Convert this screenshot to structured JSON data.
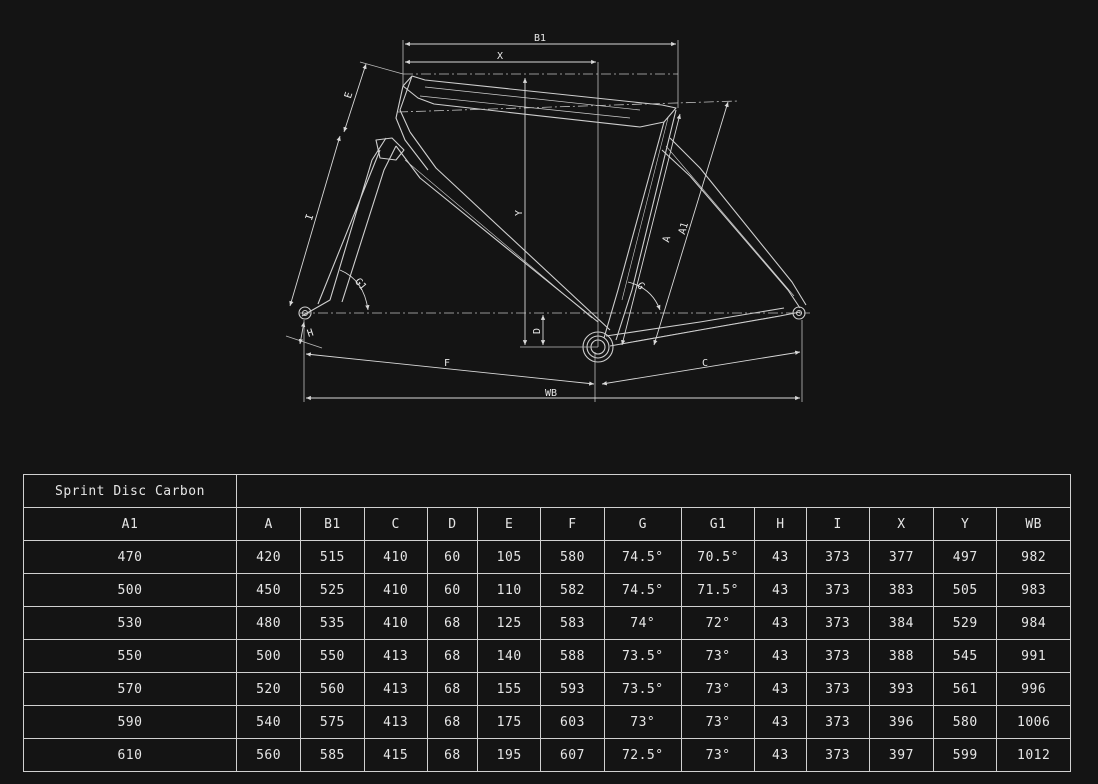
{
  "diagram": {
    "labels": {
      "b1": "B1",
      "x": "X",
      "e": "E",
      "i": "I",
      "y": "Y",
      "a": "A",
      "a1": "A1",
      "g": "G",
      "g1": "G1",
      "d": "D",
      "h": "H",
      "f": "F",
      "c": "C",
      "wb": "WB"
    }
  },
  "table": {
    "model_name": "Sprint Disc Carbon",
    "headers": [
      "A1",
      "A",
      "B1",
      "C",
      "D",
      "E",
      "F",
      "G",
      "G1",
      "H",
      "I",
      "X",
      "Y",
      "WB"
    ],
    "rows": [
      [
        "470",
        "420",
        "515",
        "410",
        "60",
        "105",
        "580",
        "74.5°",
        "70.5°",
        "43",
        "373",
        "377",
        "497",
        "982"
      ],
      [
        "500",
        "450",
        "525",
        "410",
        "60",
        "110",
        "582",
        "74.5°",
        "71.5°",
        "43",
        "373",
        "383",
        "505",
        "983"
      ],
      [
        "530",
        "480",
        "535",
        "410",
        "68",
        "125",
        "583",
        "74°",
        "72°",
        "43",
        "373",
        "384",
        "529",
        "984"
      ],
      [
        "550",
        "500",
        "550",
        "413",
        "68",
        "140",
        "588",
        "73.5°",
        "73°",
        "43",
        "373",
        "388",
        "545",
        "991"
      ],
      [
        "570",
        "520",
        "560",
        "413",
        "68",
        "155",
        "593",
        "73.5°",
        "73°",
        "43",
        "373",
        "393",
        "561",
        "996"
      ],
      [
        "590",
        "540",
        "575",
        "413",
        "68",
        "175",
        "603",
        "73°",
        "73°",
        "43",
        "373",
        "396",
        "580",
        "1006"
      ],
      [
        "610",
        "560",
        "585",
        "415",
        "68",
        "195",
        "607",
        "72.5°",
        "73°",
        "43",
        "373",
        "397",
        "599",
        "1012"
      ]
    ]
  }
}
